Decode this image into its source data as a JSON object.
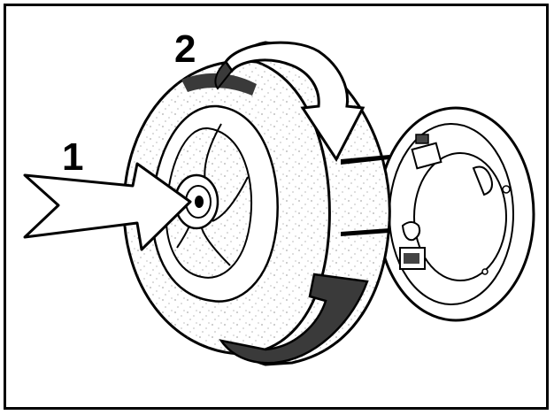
{
  "labels": {
    "arrow_1": "1",
    "arrow_2": "2"
  },
  "colors": {
    "line": "#000000",
    "fill": "#ffffff",
    "dark": "#3a3a3a",
    "speckle": "#555555"
  },
  "icons": [
    "straight-inflow-arrow",
    "curved-rotation-arrow",
    "impeller",
    "motor-mount-ring"
  ]
}
